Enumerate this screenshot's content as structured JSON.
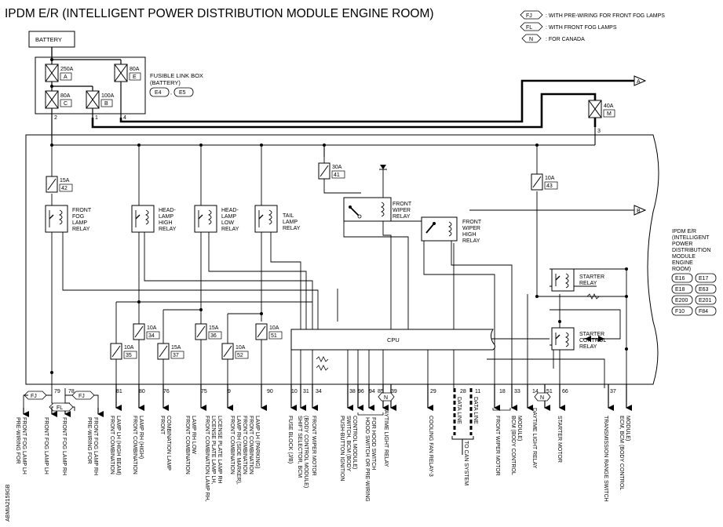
{
  "title": "IPDM E/R (INTELLIGENT POWER DISTRIBUTION MODULE ENGINE ROOM)",
  "legend": [
    {
      "code": "FJ",
      "text": ": WITH PRE-WIRING FOR FRONT FOG LAMPS"
    },
    {
      "code": "FL",
      "text": ": WITH FRONT FOG LAMPS"
    },
    {
      "code": "N",
      "text": ": FOR CANADA"
    }
  ],
  "battery": "BATTERY",
  "fusible_link_box": {
    "label": [
      "FUSIBLE LINK BOX",
      "(BATTERY)"
    ],
    "connectors": [
      "E4",
      "E5"
    ],
    "fuses": [
      {
        "amp": "250A",
        "id": "A"
      },
      {
        "amp": "80A",
        "id": "E"
      },
      {
        "amp": "80A",
        "id": "C"
      },
      {
        "amp": "100A",
        "id": "B"
      }
    ],
    "terminals": [
      "2",
      "1",
      "4"
    ]
  },
  "fuse_m": {
    "amp": "40A",
    "id": "M",
    "terminal": "3"
  },
  "offpage": [
    "A",
    "B"
  ],
  "ipdm_label": {
    "lines": [
      "IPDM E/R",
      "(INTELLIGENT",
      "POWER",
      "DISTRIBUTION",
      "MODULE",
      "ENGINE",
      "ROOM)"
    ],
    "connectors": [
      "E16",
      "E17",
      "E18",
      "E63",
      "E200",
      "E201",
      "F10",
      "F84"
    ]
  },
  "fuses": [
    {
      "amp": "15A",
      "id": "42"
    },
    {
      "amp": "30A",
      "id": "41"
    },
    {
      "amp": "10A",
      "id": "43"
    },
    {
      "amp": "10A",
      "id": "34"
    },
    {
      "amp": "10A",
      "id": "35"
    },
    {
      "amp": "15A",
      "id": "37"
    },
    {
      "amp": "15A",
      "id": "36"
    },
    {
      "amp": "10A",
      "id": "52"
    },
    {
      "amp": "10A",
      "id": "51"
    }
  ],
  "relays": [
    {
      "lines": [
        "FRONT",
        "FOG",
        "LAMP",
        "RELAY"
      ]
    },
    {
      "lines": [
        "HEAD-",
        "LAMP",
        "HIGH",
        "RELAY"
      ]
    },
    {
      "lines": [
        "HEAD-",
        "LAMP",
        "LOW",
        "RELAY"
      ]
    },
    {
      "lines": [
        "TAIL",
        "LAMP",
        "RELAY"
      ]
    },
    {
      "lines": [
        "FRONT",
        "WIPER",
        "RELAY"
      ]
    },
    {
      "lines": [
        "FRONT",
        "WIPER",
        "HIGH",
        "RELAY"
      ]
    },
    {
      "lines": [
        "STARTER",
        "RELAY"
      ]
    },
    {
      "lines": [
        "STARTER",
        "CONTROL",
        "RELAY"
      ]
    }
  ],
  "cpu_label": "CPU",
  "pins": [
    "79",
    "78",
    "81",
    "80",
    "76",
    "75",
    "9",
    "90",
    "10",
    "31",
    "34",
    "38",
    "96",
    "94",
    "85",
    "39",
    "29",
    "28",
    "11",
    "18",
    "33",
    "14",
    "51",
    "66",
    "37"
  ],
  "data_lines": [
    "DATA LINE",
    "DATA LINE"
  ],
  "can_system": "TO CAN SYSTEM",
  "option_tags": {
    "fj": "FJ",
    "fl": "FL",
    "n": "N"
  },
  "outputs": [
    {
      "label": [
        "PRE-WIRING FOR",
        "FRONT FOG LAMP LH"
      ]
    },
    {
      "label": [
        "FRONT FOG LAMP LH"
      ]
    },
    {
      "label": [
        "FRONT FOG LAMP RH"
      ]
    },
    {
      "label": [
        "PRE-WIRING FOR",
        "FRONT FOG LAMP RH"
      ]
    },
    {
      "label": [
        "FRONT COMBINATION",
        "LAMP LH (HIGH BEAM)"
      ]
    },
    {
      "label": [
        "FRONT COMBINATION",
        "LAMP RH (HIGH)"
      ]
    },
    {
      "label": [
        "FRONT",
        "COMBINATION LAMP"
      ]
    },
    {
      "label": [
        "FRONT COMBINATION",
        "LAMP RH LOW"
      ]
    },
    {
      "label": [
        "FRONT COMBINATION LAMP RH,",
        "LICENSE PLATE LAMP LH,",
        "LICENSE PLATE LAMP RH"
      ]
    },
    {
      "label": [
        "FRONT COMBINATION",
        "LAMP RH (SIDE MARKER),",
        "FRONT COMBINATION",
        "FRONT COMBINATION",
        "LAMP LH (PARKING)"
      ]
    },
    {
      "label": [
        "FUSE BLOCK (J/B)"
      ]
    },
    {
      "label": [
        "SHIFT SELECTOR, BCM",
        "(BODY CONTROL MODULE)"
      ]
    },
    {
      "label": [
        "FRONT WIPER MOTOR"
      ]
    },
    {
      "label": [
        "PUSH-BUTTON IGNITION",
        "SWITCH, BCM (BODY",
        "CONTROL MODULE)"
      ]
    },
    {
      "label": [
        "HOOD SWITCH OR PRE-WIRING",
        "FOR HOOD SWITCH"
      ]
    },
    {
      "label": [
        "DAYTIME LIGHT RELAY"
      ]
    },
    {
      "label": [
        "COOLING FAN RELAY-3"
      ]
    },
    {
      "label": [
        "FRONT WIPER MOTOR"
      ]
    },
    {
      "label": [
        "BCM (BODY CONTROL",
        "MODULE)"
      ]
    },
    {
      "label": [
        "DAYTIME LIGHT RELAY"
      ]
    },
    {
      "label": [
        "STARTER MOTOR"
      ]
    },
    {
      "label": [
        "TRANSMISSION RANGE SWITCH"
      ]
    },
    {
      "label": [
        "ECM, BCM (BODY CONTROL",
        "MODULE)"
      ]
    }
  ],
  "figure_id": "ABMIA2159GB"
}
